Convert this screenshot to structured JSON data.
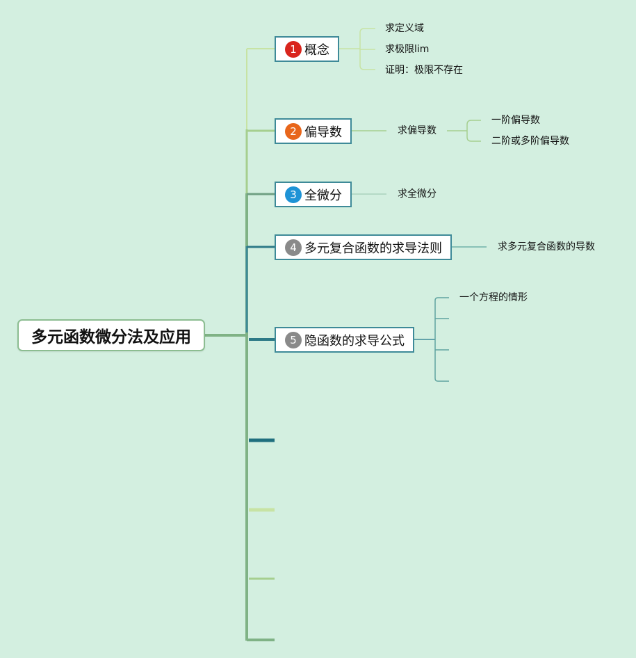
{
  "root": {
    "label": "多元函数微分法及应用"
  },
  "topics": [
    {
      "number": "1",
      "label": "概念",
      "badge_color": "#d9251d",
      "children": [
        "求定义域",
        "求极限lim",
        "证明：极限不存在"
      ]
    },
    {
      "number": "2",
      "label": "偏导数",
      "badge_color": "#e8661b",
      "child": "求偏导数",
      "grandchildren": [
        "一阶偏导数",
        "二阶或多阶偏导数"
      ]
    },
    {
      "number": "3",
      "label": "全微分",
      "badge_color": "#1e93d6",
      "child": "求全微分"
    },
    {
      "number": "4",
      "label": "多元复合函数的求导法则",
      "badge_color": "#8a8a8a",
      "child": "求多元复合函数的导数"
    },
    {
      "number": "5",
      "label": "隐函数的求导公式",
      "badge_color": "#8a8a8a",
      "children": [
        "一个方程的情形",
        "",
        "",
        ""
      ]
    }
  ],
  "colors": {
    "background": "#d3efe0",
    "topic_border": "#3e8a98",
    "root_border": "#8cbd91"
  }
}
